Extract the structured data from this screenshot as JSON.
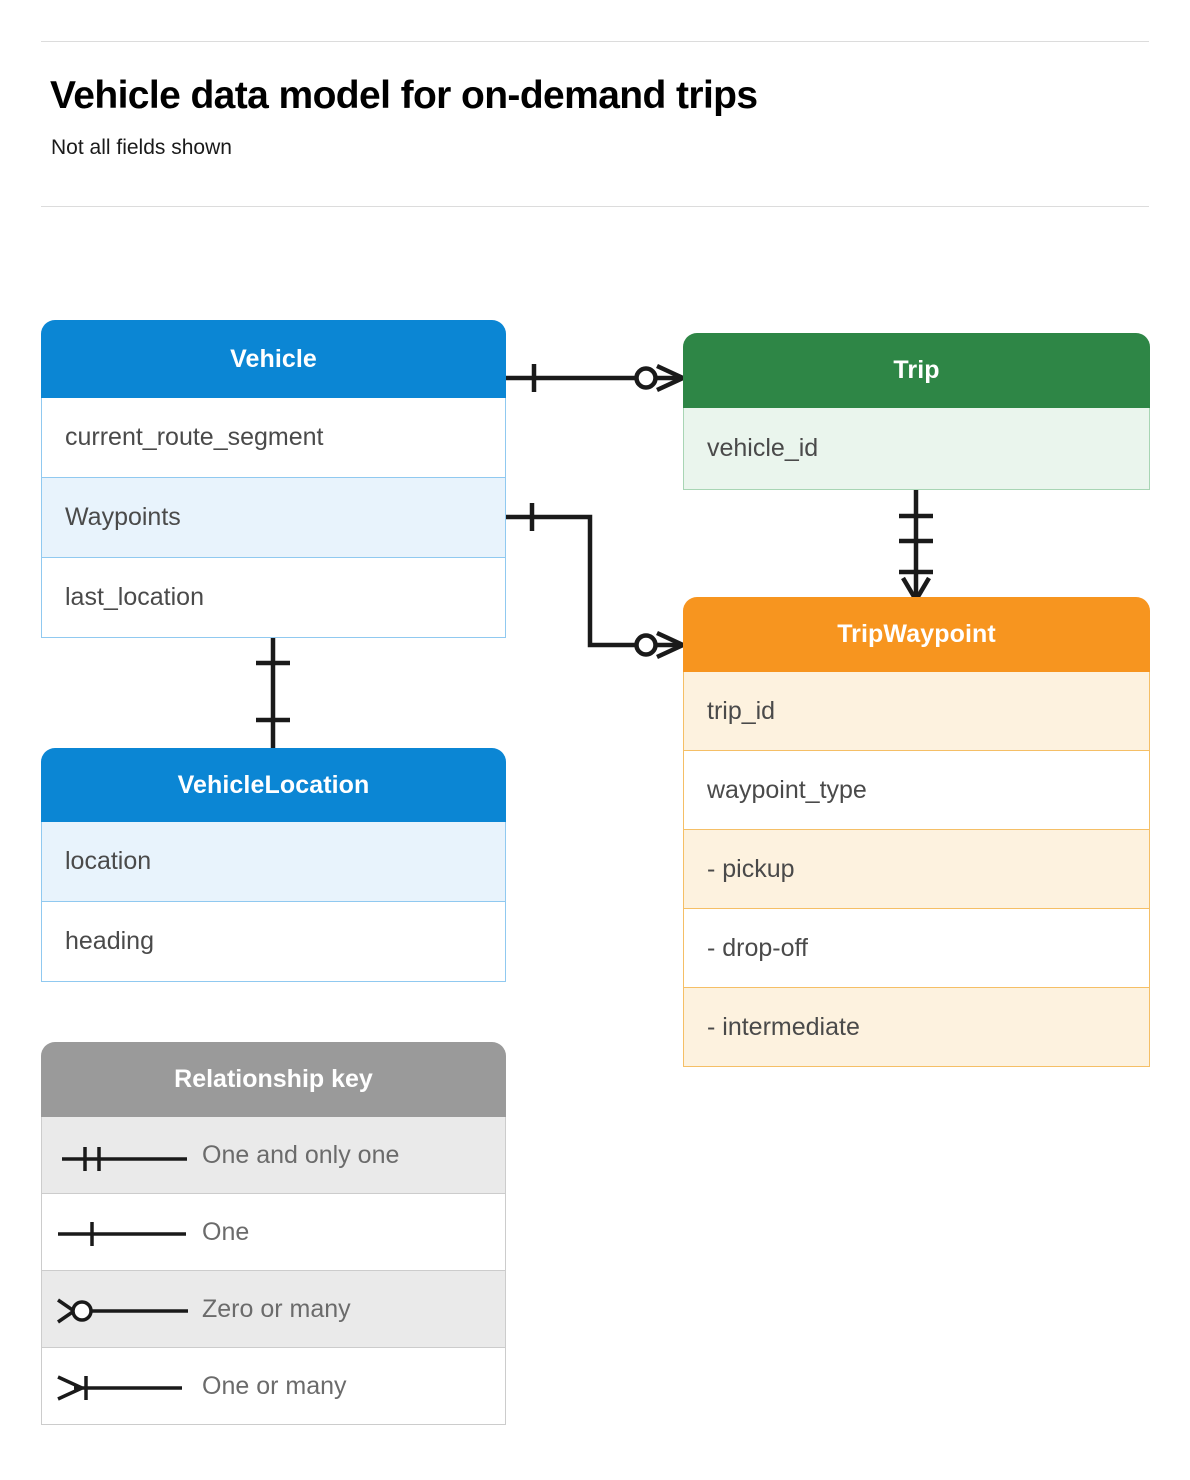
{
  "header": {
    "title": "Vehicle data model for on-demand trips",
    "subtitle": "Not all fields shown"
  },
  "entities": [
    {
      "id": "vehicle",
      "name": "Vehicle",
      "color": "#0b86d4",
      "fields": [
        "current_route_segment",
        "Waypoints",
        "last_location"
      ]
    },
    {
      "id": "trip",
      "name": "Trip",
      "color": "#2e8646",
      "fields": [
        "vehicle_id"
      ]
    },
    {
      "id": "vehicle_location",
      "name": "VehicleLocation",
      "color": "#0b86d4",
      "fields": [
        "location",
        "heading"
      ]
    },
    {
      "id": "trip_waypoint",
      "name": "TripWaypoint",
      "color": "#f7951f",
      "fields": [
        "trip_id",
        "waypoint_type",
        "-  pickup",
        "-  drop-off",
        "-  intermediate"
      ]
    }
  ],
  "relationships": [
    {
      "from": "vehicle",
      "to": "trip",
      "from_cardinality": "One",
      "to_cardinality": "Zero or many"
    },
    {
      "from": "vehicle.Waypoints",
      "to": "trip_waypoint",
      "from_cardinality": "One",
      "to_cardinality": "Zero or many"
    },
    {
      "from": "trip",
      "to": "trip_waypoint",
      "from_cardinality": "One and only one",
      "to_cardinality": "One or many"
    },
    {
      "from": "vehicle",
      "to": "vehicle_location",
      "from_cardinality": "One",
      "to_cardinality": "One"
    }
  ],
  "legend": {
    "title": "Relationship key",
    "items": [
      {
        "symbol": "one-and-only-one",
        "label": "One and only one"
      },
      {
        "symbol": "one",
        "label": "One"
      },
      {
        "symbol": "zero-or-many",
        "label": "Zero or many"
      },
      {
        "symbol": "one-or-many",
        "label": "One or many"
      }
    ]
  },
  "colors": {
    "blue": "#0b86d4",
    "green": "#2e8646",
    "orange": "#f7951f",
    "gray": "#9a9a9a",
    "text": "#4a4a4a",
    "line": "#1a1a1a"
  }
}
